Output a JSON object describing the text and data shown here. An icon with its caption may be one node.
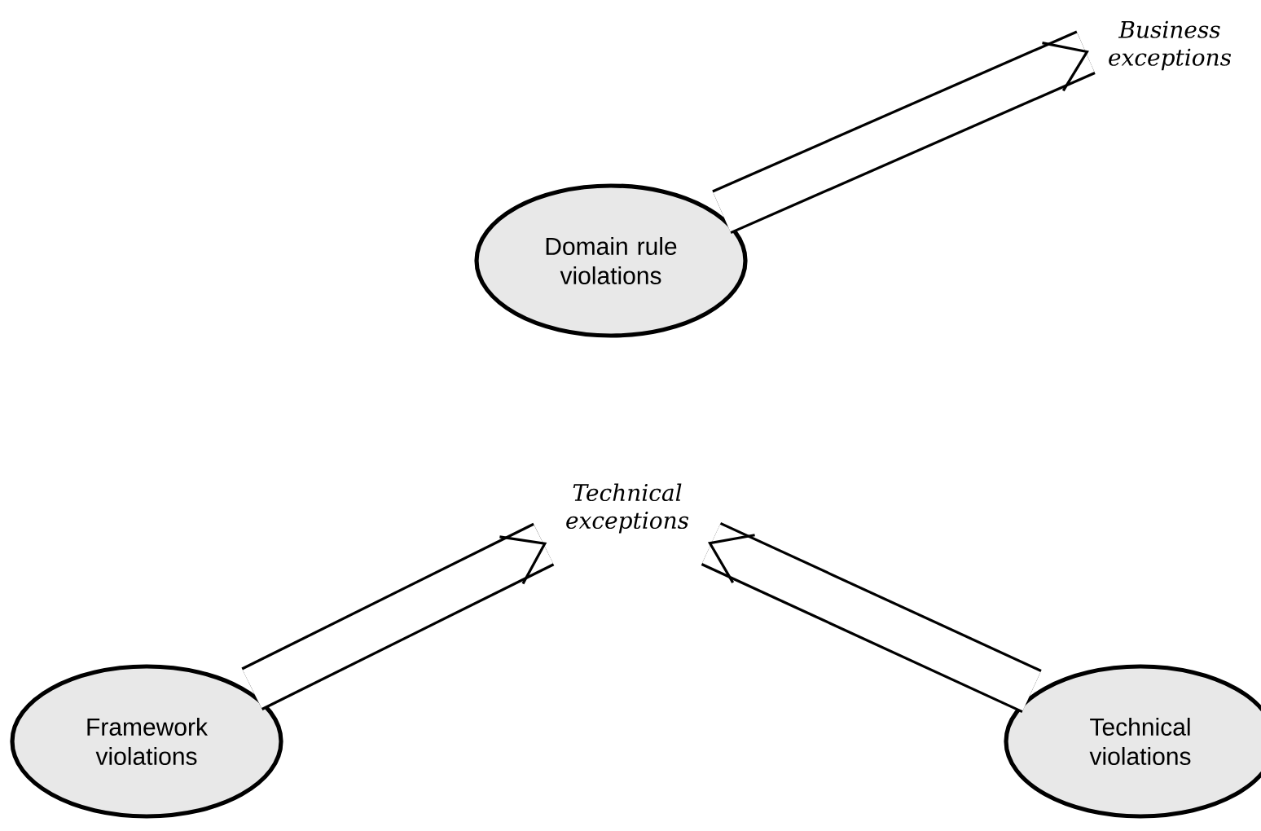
{
  "diagram": {
    "nodes": [
      {
        "text": [
          "Domain rule violations"
        ]
      },
      {
        "text": [
          "Business exceptions"
        ]
      },
      {
        "text": [
          "Technical exceptions"
        ]
      },
      {
        "text": [
          "Framework violations"
        ]
      },
      {
        "text": [
          "Technical violations"
        ]
      }
    ],
    "edges": [
      {
        "from": 0,
        "to": 1,
        "arrow": "to"
      },
      {
        "from": 3,
        "to": 2,
        "arrow": "to"
      },
      {
        "from": 4,
        "to": 2,
        "arrow": "to"
      }
    ]
  }
}
